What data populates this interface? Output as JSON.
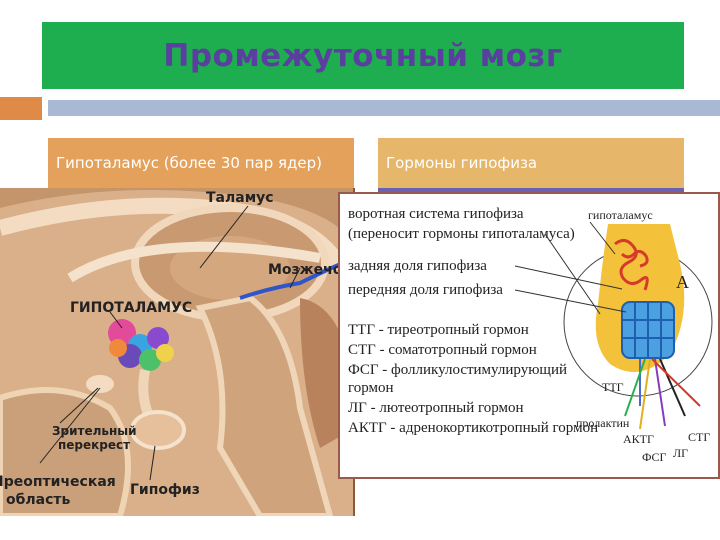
{
  "slide": {
    "title": "Промежуточный мозг",
    "left_header": "Гипоталамус (более 30 пар ядер)",
    "right_header": "Гормоны гипофиза"
  },
  "brain_figure": {
    "labels": {
      "thalamus": "Таламус",
      "cerebellum": "Мозжечок",
      "hypothalamus": "ГИПОТАЛАМУС",
      "chiasm_line1": "Зрительный",
      "chiasm_line2": "перекрест",
      "preoptic_line1": "Преоптическая",
      "preoptic_line2": "область",
      "pituitary": "Гипофиз"
    }
  },
  "hormone_figure": {
    "lines": [
      "воротная система гипофиза",
      "(переносит гормоны гипоталамуса)",
      "задняя доля гипофиза",
      "передняя доля гипофиза",
      "ТТГ - тиреотропный гормон",
      "СТГ - соматотропный гормон",
      "ФСГ - фолликулостимулирующий",
      "гормон",
      "ЛГ - лютеотропный гормон",
      "АКТГ - адренокортикотропный гормон"
    ],
    "annotations": {
      "hypothalamus": "гипоталамус",
      "letter_a": "А",
      "ttg": "ТТГ",
      "prolactin": "пролактин",
      "aktg": "АКТГ",
      "stg": "СТГ",
      "fsg": "ФСГ",
      "lg": "ЛГ"
    }
  }
}
